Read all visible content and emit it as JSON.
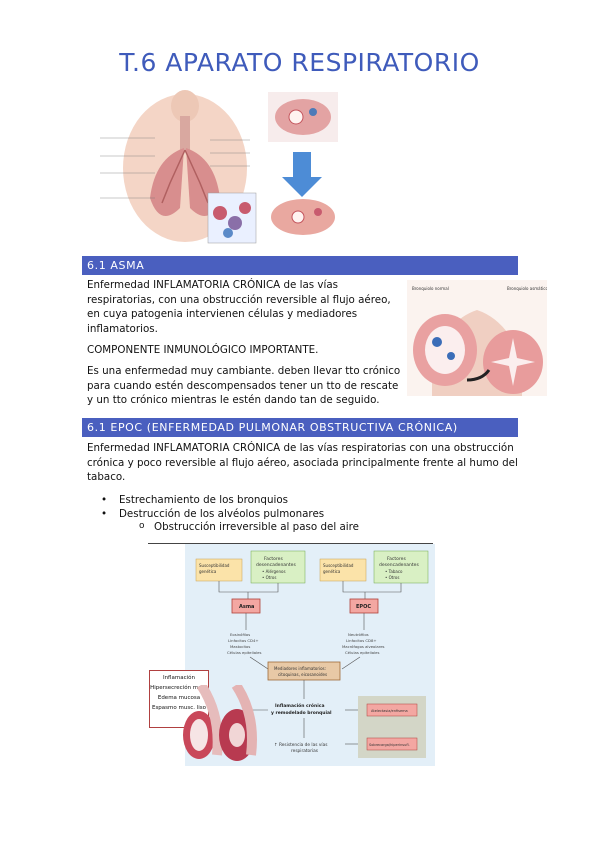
{
  "title": "T.6 APARATO RESPIRATORIO",
  "section_asma": {
    "header": "6.1 ASMA",
    "para1": "Enfermedad INFLAMATORIA CRÓNICA de las vías respiratorias, con una obstrucción reversible al flujo aéreo, en cuya patogenia intervienen células y mediadores inflamatorios.",
    "para2": "COMPONENTE INMUNOLÓGICO IMPORTANTE.",
    "para3": "Es una enfermedad muy cambiante. deben llevar tto crónico para cuando estén descompensados tener un tto de rescate y un tto crónico mientras le estén dando tan de seguido."
  },
  "section_epoc": {
    "header": "6.1 EPOC (ENFERMEDAD PULMONAR OBSTRUCTIVA CRÓNICA)",
    "para1": "Enfermedad INFLAMATORIA CRÓNICA de las vías respiratorias con una obstrucción crónica y poco reversible al flujo aéreo, asociada principalmente frente al humo del tabaco.",
    "bullets": [
      "Estrechamiento de los bronquios",
      "Destrucción de los alvéolos pulmonares"
    ],
    "sub_bullet": "Obstrucción irreversible al paso del aire"
  },
  "diagram": {
    "left_box1": "Susceptibilidad genética",
    "left_box2_title": "Factores desencadenantes",
    "left_box2_items": "• Alérgenos\n• Otros",
    "right_box1": "Susceptibilidad genética",
    "right_box2_title": "Factores desencadenantes",
    "right_box2_items": "• Tabaco\n• Otros",
    "asma": "Asma",
    "epoc": "EPOC",
    "left_cells": "Eosinófilos\nLinfocitos CD4+\nMastocitos\nCélulas epiteliales",
    "right_cells": "Neutrófilos\nLinfocitos CD8+\nMacrófagos alveolares\nCélulas epiteliales",
    "mediators": "Mediadores inflamatorios:\ncitoquinas, eicosanoides, etc.",
    "inflam": "Inflamación crónica\ny remodelado bronquial",
    "resist": "↑ Resistencia de las vías\nrespiratorias",
    "right_gray1": "Atelectasia/enfisema",
    "right_gray2": "Sobrecarga/Hiperinsuflación",
    "legend": [
      "Inflamación",
      "Hipersecreción moco",
      "Edema mucosa",
      "Espasmo musc. liso"
    ]
  }
}
